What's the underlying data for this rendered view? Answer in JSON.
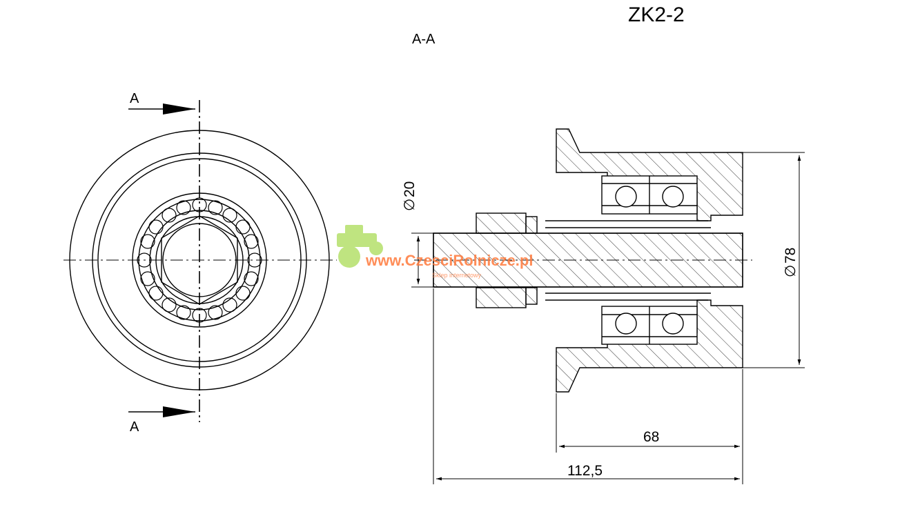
{
  "drawing": {
    "title": "ZK2-2",
    "section_label": "A-A",
    "cut_label_top": "A",
    "cut_label_bottom": "A",
    "dim_shaft_diameter": "20",
    "dim_outer_diameter": "78",
    "dim_flange_length": "68",
    "dim_total_length": "112,5",
    "diameter_symbol": "∅"
  },
  "watermark": {
    "site": "www.CzesciRolnicze.pl",
    "tagline": "Sklep internetowy",
    "color": "#ff7a3c",
    "icon": "tractor-icon"
  },
  "colors": {
    "line": "#000000",
    "hatch": "#000000",
    "background": "#ffffff"
  }
}
